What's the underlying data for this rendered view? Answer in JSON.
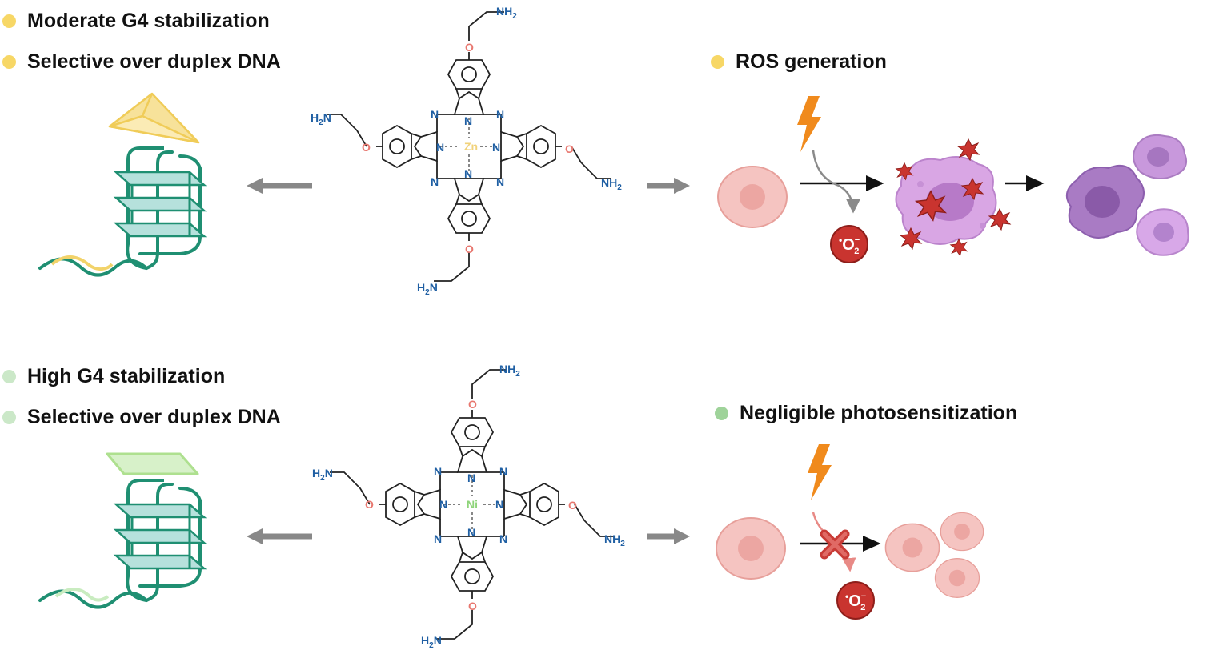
{
  "top": {
    "bullets": [
      {
        "text": "Moderate G4 stabilization",
        "color": "#f7d766"
      },
      {
        "text": "Selective over duplex DNA",
        "color": "#f7d766"
      }
    ],
    "effect": {
      "text": "ROS generation",
      "color": "#f7d766"
    },
    "metal": "Zn",
    "metal_color": "#f1d27a",
    "ligand_color": "#f7d766"
  },
  "bottom": {
    "bullets": [
      {
        "text": "High G4 stabilization",
        "color": "#cbe8c8"
      },
      {
        "text": "Selective over duplex DNA",
        "color": "#cbe8c8"
      }
    ],
    "effect": {
      "text": "Negligible photosensitization",
      "color": "#9fd39a"
    },
    "metal": "Ni",
    "metal_color": "#8fd47a",
    "ligand_color": "#bfe9a8"
  },
  "molecule_labels": {
    "amine": "NH",
    "amine_sub": "2",
    "amine_left": "H",
    "amine_left_sub": "2",
    "amine_left_n": "N",
    "oxygen": "O",
    "nitrogen": "N"
  },
  "singlet_oxygen": {
    "label": "O",
    "sub": "2",
    "sup": "−",
    "dot": "•"
  },
  "colors": {
    "nitrogen": "#1f5fa3",
    "oxygen": "#e8776f",
    "dna": "#1f8f72",
    "quartet": "#b6e1dc",
    "arrow_grey": "#888888",
    "bolt": "#f08a1c",
    "cell_pink": "#f4b9b6",
    "dying_cell": "#c98fd6",
    "ros": "#c9342f"
  }
}
